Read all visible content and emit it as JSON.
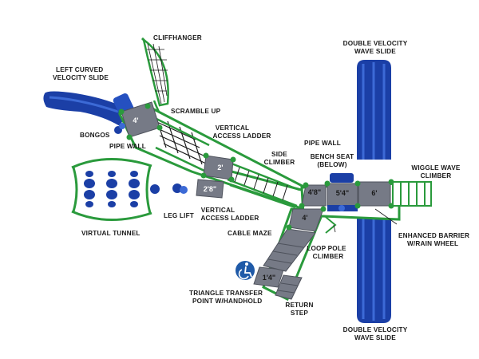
{
  "colors": {
    "slide_blue": "#1b3fa6",
    "slide_light": "#3c6ad6",
    "frame_green": "#2a9a3c",
    "deck_gray": "#767a86",
    "deck_dark": "#4e525c",
    "text": "#1a1a1a",
    "accessibility_blue": "#1f5aa8"
  },
  "labels": {
    "cliffhanger": "CLIFFHANGER",
    "left_slide_1": "LEFT CURVED",
    "left_slide_2": "VELOCITY SLIDE",
    "scramble_up": "SCRAMBLE UP",
    "bongos": "BONGOS",
    "pipe_wall_left": "PIPE WALL",
    "vertical_ladder_top_1": "VERTICAL",
    "vertical_ladder_top_2": "ACCESS LADDER",
    "side_climber_1": "SIDE",
    "side_climber_2": "CLIMBER",
    "pipe_wall_right": "PIPE WALL",
    "bench_seat_1": "BENCH SEAT",
    "bench_seat_2": "(BELOW)",
    "double_slide_top_1": "DOUBLE VELOCITY",
    "double_slide_top_2": "WAVE SLIDE",
    "wiggle_wave_1": "WIGGLE WAVE",
    "wiggle_wave_2": "CLIMBER",
    "leg_lift": "LEG LIFT",
    "vertical_ladder_bottom_1": "VERTICAL",
    "vertical_ladder_bottom_2": "ACCESS LADDER",
    "virtual_tunnel": "VIRTUAL TUNNEL",
    "cable_maze": "CABLE MAZE",
    "enhanced_barrier_1": "ENHANCED BARRIER",
    "enhanced_barrier_2": "W/RAIN WHEEL",
    "loop_pole_1": "LOOP POLE",
    "loop_pole_2": "CLIMBER",
    "triangle_transfer_1": "TRIANGLE TRANSFER",
    "triangle_transfer_2": "POINT W/HANDHOLD",
    "return_step_1": "RETURN",
    "return_step_2": "STEP",
    "double_slide_bottom_1": "DOUBLE VELOCITY",
    "double_slide_bottom_2": "WAVE SLIDE"
  },
  "decks": {
    "d4_left": "4'",
    "d2": "2'",
    "d2_8": "2'8\"",
    "d4_mid": "4'",
    "d4_8": "4'8\"",
    "d5_4": "5'4\"",
    "d6": "6'",
    "d1_4": "1'4\""
  },
  "icons": {
    "accessibility": "wheelchair-icon"
  }
}
